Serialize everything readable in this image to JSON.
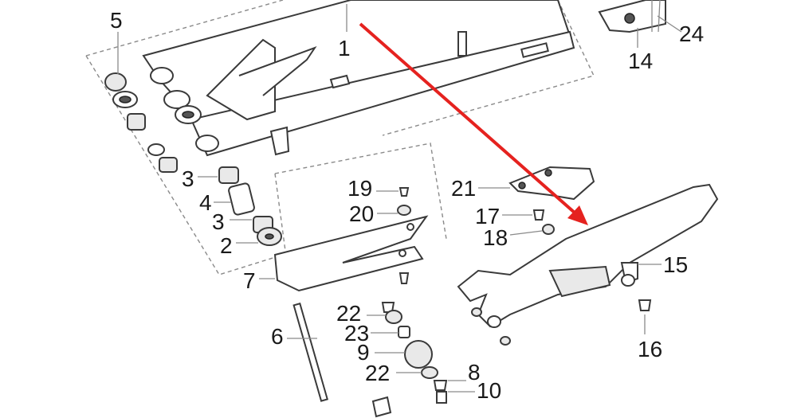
{
  "callouts": {
    "c1": "1",
    "c2": "2",
    "c3a": "3",
    "c3b": "3",
    "c4": "4",
    "c5": "5",
    "c6": "6",
    "c7": "7",
    "c8": "8",
    "c9": "9",
    "c10": "10",
    "c14": "14",
    "c15": "15",
    "c16": "16",
    "c17": "17",
    "c18": "18",
    "c19": "19",
    "c20": "20",
    "c21": "21",
    "c22a": "22",
    "c22b": "22",
    "c23": "23",
    "c24": "24"
  },
  "colors": {
    "highlight_arrow": "#e5221f",
    "lines": "#3a3a3a",
    "callout_text": "#1a1a1a"
  }
}
